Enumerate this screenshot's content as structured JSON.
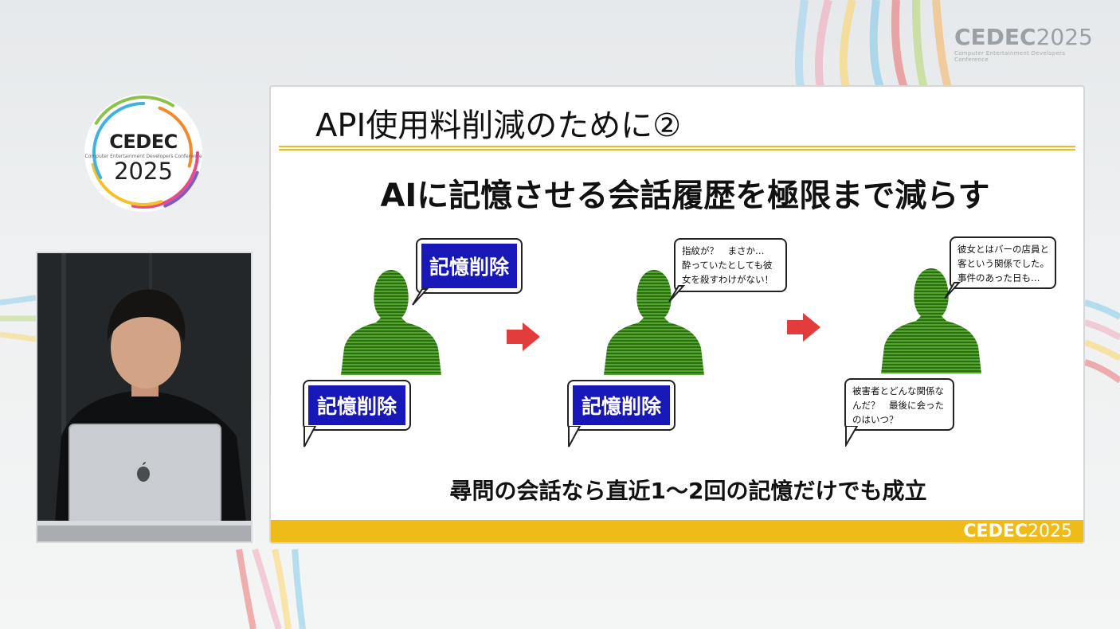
{
  "brand": {
    "top_word_a": "CEDEC",
    "top_word_b": "2025",
    "top_sub": "Computer Entertainment Developers Conference",
    "ring_word": "CEDEC",
    "ring_sub": "Computer Entertainment Developers Conference",
    "ring_year": "2025",
    "footer_word_a": "CEDEC",
    "footer_word_b": "2025"
  },
  "slide": {
    "title": "API使用料削減のために②",
    "headline": "AIに記憶させる会話履歴を極限まで減らす",
    "conclusion": "尋問の会話なら直近1〜2回の記憶だけでも成立",
    "panels": [
      {
        "top_bubble": "記憶削除",
        "bottom_bubble": "記憶削除"
      },
      {
        "top_bubble_lines": [
          "指紋が？　まさか…",
          "酔っていたとしても彼",
          "女を殺すわけがない！"
        ],
        "bottom_bubble": "記憶削除"
      },
      {
        "top_bubble_lines": [
          "彼女とはバーの店員と",
          "客という関係でした。",
          "事件のあった日も…"
        ],
        "bottom_bubble_lines": [
          "被害者とどんな関係な",
          "んだ？　最後に会った",
          "のはいつ？"
        ]
      }
    ]
  },
  "colors": {
    "accent_yellow": "#eebb18",
    "bubble_blue": "#1818b8",
    "arrow_red": "#e23c3c",
    "figure_green": "#3f8a1f"
  }
}
